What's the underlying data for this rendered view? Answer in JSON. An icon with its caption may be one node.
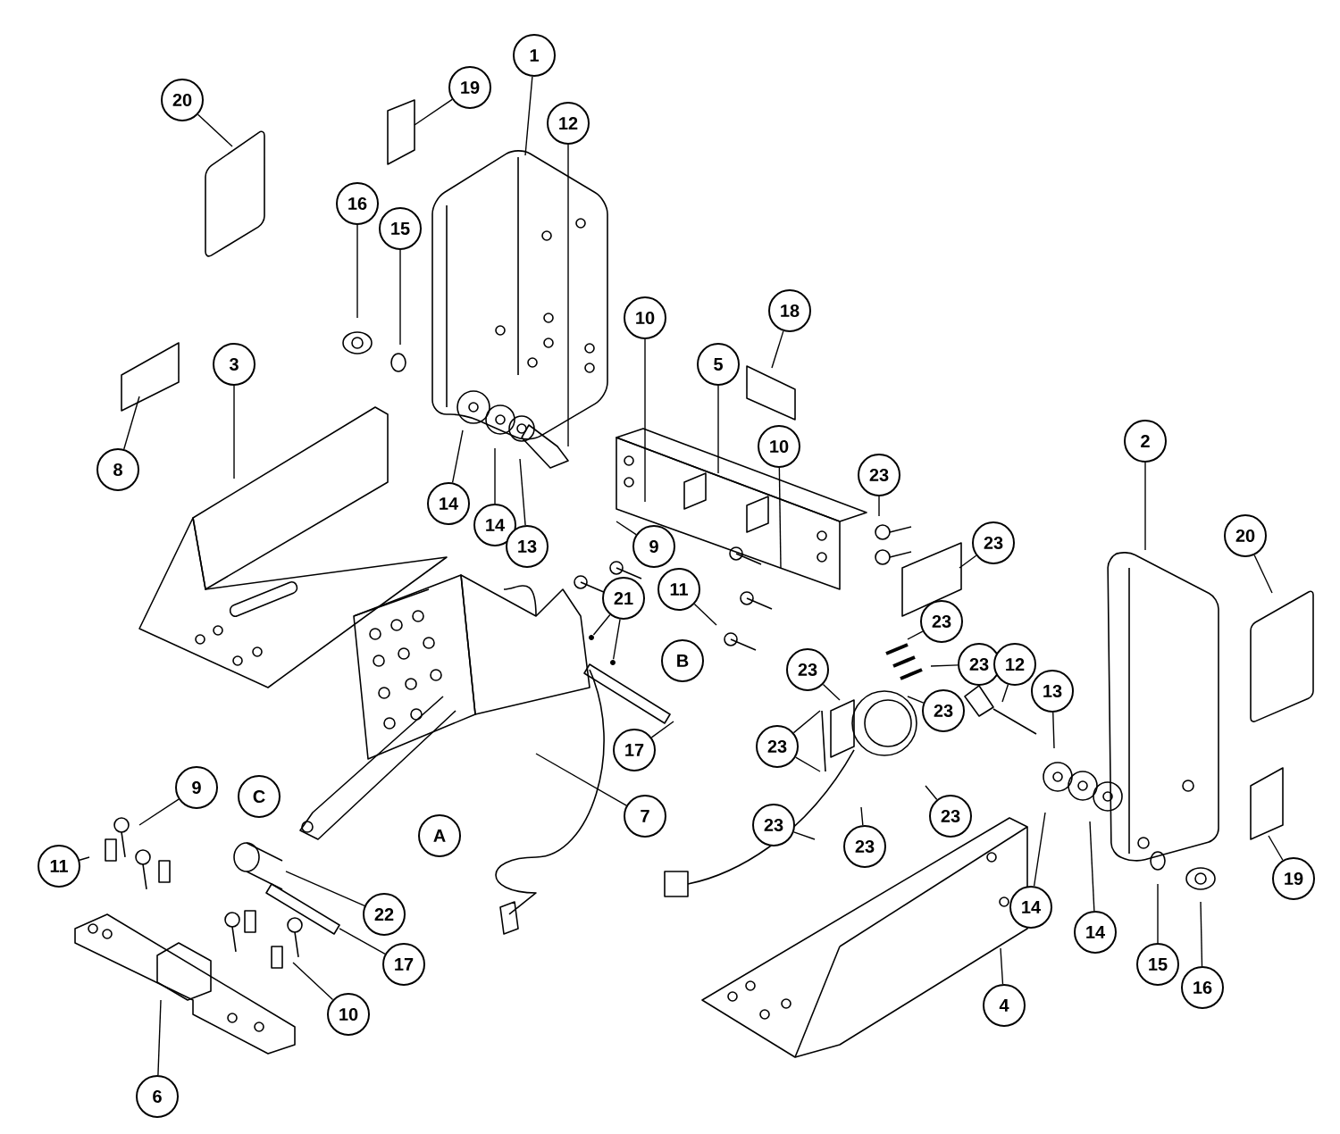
{
  "diagram": {
    "nodes": [
      {
        "text": [
          "1"
        ]
      },
      {
        "text": [
          "19"
        ]
      },
      {
        "text": [
          "20"
        ]
      },
      {
        "text": [
          "12"
        ]
      },
      {
        "text": [
          "16"
        ]
      },
      {
        "text": [
          "15"
        ]
      },
      {
        "text": [
          "10"
        ]
      },
      {
        "text": [
          "18"
        ]
      },
      {
        "text": [
          "5"
        ]
      },
      {
        "text": [
          "3"
        ]
      },
      {
        "text": [
          "2"
        ]
      },
      {
        "text": [
          "8"
        ]
      },
      {
        "text": [
          "23"
        ]
      },
      {
        "text": [
          "14"
        ]
      },
      {
        "text": [
          "14"
        ]
      },
      {
        "text": [
          "10"
        ]
      },
      {
        "text": [
          "13"
        ]
      },
      {
        "text": [
          "23"
        ]
      },
      {
        "text": [
          "9"
        ]
      },
      {
        "text": [
          "20"
        ]
      },
      {
        "text": [
          "21"
        ]
      },
      {
        "text": [
          "11"
        ]
      },
      {
        "text": [
          "23"
        ]
      },
      {
        "text": [
          "23"
        ]
      },
      {
        "text": [
          "12"
        ]
      },
      {
        "text": [
          "B"
        ]
      },
      {
        "text": [
          "23"
        ]
      },
      {
        "text": [
          "13"
        ]
      },
      {
        "text": [
          "23"
        ]
      },
      {
        "text": [
          "17"
        ]
      },
      {
        "text": [
          "23"
        ]
      },
      {
        "text": [
          "9"
        ]
      },
      {
        "text": [
          "C"
        ]
      },
      {
        "text": [
          "7"
        ]
      },
      {
        "text": [
          "23"
        ]
      },
      {
        "text": [
          "23"
        ]
      },
      {
        "text": [
          "23"
        ]
      },
      {
        "text": [
          "A"
        ]
      },
      {
        "text": [
          "11"
        ]
      },
      {
        "text": [
          "19"
        ]
      },
      {
        "text": [
          "22"
        ]
      },
      {
        "text": [
          "14"
        ]
      },
      {
        "text": [
          "14"
        ]
      },
      {
        "text": [
          "17"
        ]
      },
      {
        "text": [
          "15"
        ]
      },
      {
        "text": [
          "16"
        ]
      },
      {
        "text": [
          "4"
        ]
      },
      {
        "text": [
          "10"
        ]
      },
      {
        "text": [
          "6"
        ]
      },
      {
        "text": [],
        "shape": "circle"
      },
      {
        "text": [],
        "shape": "circle"
      }
    ],
    "edges": [
      {
        "from": 0,
        "to": null,
        "arrow": "none"
      },
      {
        "from": 1,
        "to": null,
        "arrow": "none"
      },
      {
        "from": 2,
        "to": null,
        "arrow": "none"
      },
      {
        "from": 3,
        "to": null,
        "arrow": "none"
      },
      {
        "from": 4,
        "to": null,
        "arrow": "none"
      },
      {
        "from": 5,
        "to": null,
        "arrow": "none"
      },
      {
        "from": 6,
        "to": null,
        "arrow": "none"
      },
      {
        "from": 7,
        "to": null,
        "arrow": "none"
      },
      {
        "from": 8,
        "to": null,
        "arrow": "none"
      },
      {
        "from": 9,
        "to": null,
        "arrow": "none"
      },
      {
        "from": 10,
        "to": null,
        "arrow": "none"
      },
      {
        "from": 11,
        "to": null,
        "arrow": "none"
      },
      {
        "from": 12,
        "to": null,
        "arrow": "none"
      },
      {
        "from": 13,
        "to": null,
        "arrow": "none"
      },
      {
        "from": 14,
        "to": null,
        "arrow": "none"
      },
      {
        "from": 15,
        "to": null,
        "arrow": "none"
      },
      {
        "from": 16,
        "to": null,
        "arrow": "none"
      },
      {
        "from": 17,
        "to": null,
        "arrow": "none"
      },
      {
        "from": 18,
        "to": null,
        "arrow": "none"
      },
      {
        "from": 19,
        "to": null,
        "arrow": "none"
      },
      {
        "from": 20,
        "to": 49,
        "arrow": "none"
      },
      {
        "from": 20,
        "to": 50,
        "arrow": "none"
      },
      {
        "from": 21,
        "to": null,
        "arrow": "none"
      },
      {
        "from": 22,
        "to": null,
        "arrow": "none"
      },
      {
        "from": 23,
        "to": null,
        "arrow": "none"
      },
      {
        "from": 24,
        "to": null,
        "arrow": "none"
      },
      {
        "from": 26,
        "to": null,
        "arrow": "none"
      },
      {
        "from": 27,
        "to": null,
        "arrow": "none"
      },
      {
        "from": 28,
        "to": null,
        "arrow": "none"
      },
      {
        "from": 29,
        "to": null,
        "arrow": "none"
      },
      {
        "from": 30,
        "to": null,
        "arrow": "none"
      },
      {
        "from": 30,
        "to": null,
        "arrow": "none"
      },
      {
        "from": 31,
        "to": null,
        "arrow": "none"
      },
      {
        "from": 33,
        "to": null,
        "arrow": "none"
      },
      {
        "from": 34,
        "to": null,
        "arrow": "none"
      },
      {
        "from": 35,
        "to": null,
        "arrow": "none"
      },
      {
        "from": 36,
        "to": null,
        "arrow": "none"
      },
      {
        "from": 38,
        "to": null,
        "arrow": "none"
      },
      {
        "from": 39,
        "to": null,
        "arrow": "none"
      },
      {
        "from": 40,
        "to": null,
        "arrow": "none"
      },
      {
        "from": 41,
        "to": null,
        "arrow": "none"
      },
      {
        "from": 42,
        "to": null,
        "arrow": "none"
      },
      {
        "from": 43,
        "to": null,
        "arrow": "none"
      },
      {
        "from": 44,
        "to": null,
        "arrow": "none"
      },
      {
        "from": 45,
        "to": null,
        "arrow": "none"
      },
      {
        "from": 46,
        "to": null,
        "arrow": "none"
      },
      {
        "from": 47,
        "to": null,
        "arrow": "none"
      },
      {
        "from": 48,
        "to": null,
        "arrow": "none"
      }
    ]
  }
}
